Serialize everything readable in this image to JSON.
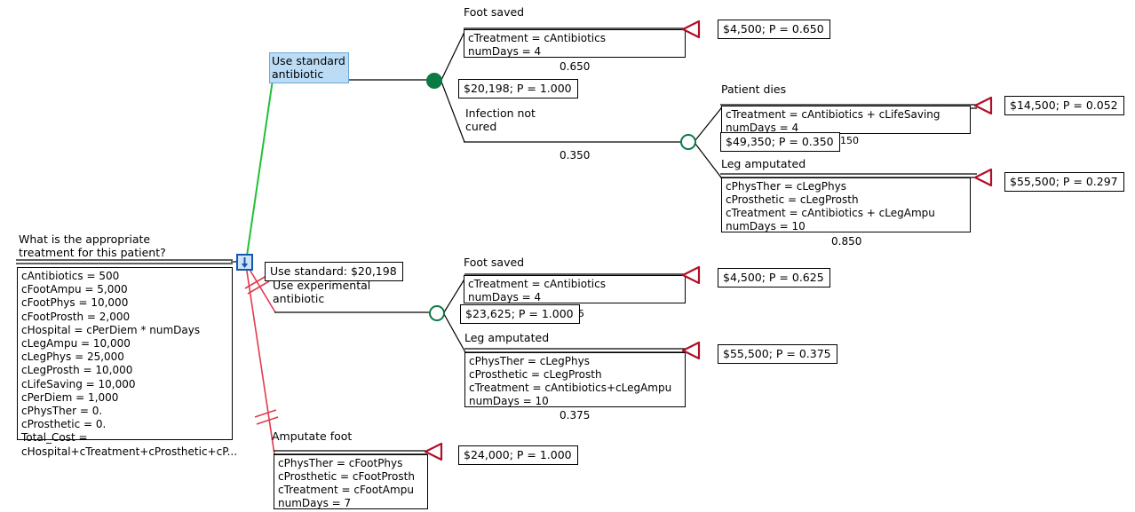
{
  "diagram": {
    "type": "decision-tree",
    "title_question": "What is the appropriate\ntreatment for this patient?",
    "root_recommendation": "Use standard: $20,198",
    "colors": {
      "optimal_branch": "#22c03a",
      "pruned_branch": "#e03b4e",
      "chance_node": "#0b7a45",
      "decision_node": "#1457b0",
      "terminal_node": "#b01028",
      "selection_highlight": "#bcdcf5"
    }
  },
  "variables_box": {
    "lines": "cAntibiotics = 500\ncFootAmpu = 5,000\ncFootPhys = 10,000\ncFootProsth = 2,000\ncHospital = cPerDiem * numDays\ncLegAmpu = 10,000\ncLegPhys = 25,000\ncLegProsth = 10,000\ncLifeSaving = 10,000\ncPerDiem = 1,000\ncPhysTher = 0.\ncProsthetic = 0.\nTotal_Cost =\ncHospital+cTreatment+cProsthetic+cP..."
  },
  "branches": {
    "standard": {
      "label": "Use standard\nantibiotic",
      "selected": true,
      "optimal": true,
      "payoff": "$20,198; P = 1.000",
      "outcomes": [
        {
          "label": "Foot saved",
          "prob": "0.650",
          "assignments": "cTreatment = cAntibiotics\nnumDays = 4",
          "payoff": "$4,500; P = 0.650"
        },
        {
          "label": "Infection not\ncured",
          "prob": "0.350",
          "payoff": "$49,350; P = 0.350",
          "occluded_fragment": "150",
          "sub_outcomes": [
            {
              "label": "Patient dies",
              "assignments": "cTreatment = cAntibiotics + cLifeSaving\nnumDays = 4",
              "payoff": "$14,500; P = 0.052"
            },
            {
              "label": "Leg amputated",
              "prob": "0.850",
              "assignments": "cPhysTher = cLegPhys\ncProsthetic = cLegProsth\ncTreatment = cAntibiotics + cLegAmpu\nnumDays = 10",
              "payoff": "$55,500; P = 0.297"
            }
          ]
        }
      ]
    },
    "experimental": {
      "label": "Use experimental\nantibiotic",
      "pruned": true,
      "payoff": "$23,625; P = 1.000",
      "occluded_fragment": "5",
      "outcomes": [
        {
          "label": "Foot saved",
          "assignments": "cTreatment = cAntibiotics\nnumDays = 4",
          "payoff": "$4,500; P = 0.625"
        },
        {
          "label": "Leg amputated",
          "prob": "0.375",
          "assignments": "cPhysTher = cLegPhys\ncProsthetic = cLegProsth\ncTreatment = cAntibiotics+cLegAmpu\nnumDays = 10",
          "payoff": "$55,500; P = 0.375"
        }
      ]
    },
    "amputate": {
      "label": "Amputate foot",
      "pruned": true,
      "assignments": "cPhysTher = cFootPhys\ncProsthetic = cFootProsth\ncTreatment = cFootAmpu\nnumDays = 7",
      "payoff": "$24,000; P = 1.000"
    }
  }
}
